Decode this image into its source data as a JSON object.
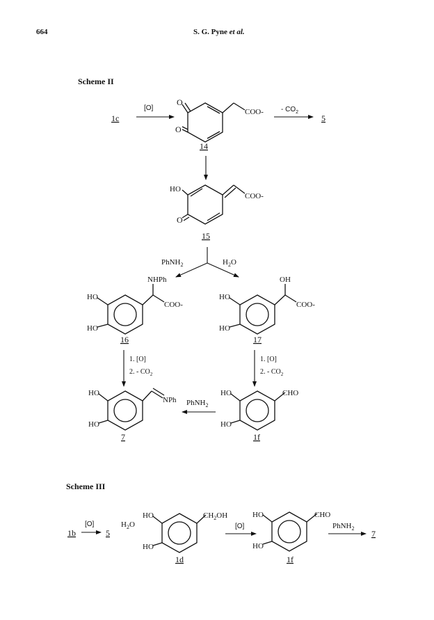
{
  "header": {
    "page_number": "664",
    "running_head_authors": "S. G. Pyne",
    "running_head_etal": "et al."
  },
  "scheme2": {
    "title": "Scheme  II",
    "start": "1c",
    "reagent_oxidation": "[O]",
    "reagent_decarboxylation": "- CO",
    "reagent_decarboxylation_sub": "2",
    "product_5": "5",
    "compound_14_label": "14",
    "compound_15_label": "15",
    "reagent_aniline": "PhNH",
    "reagent_aniline_sub": "2",
    "reagent_water": "H",
    "reagent_water_sub": "2",
    "reagent_water_tail": "O",
    "compound_16_label": "16",
    "compound_17_label": "17",
    "step_ox": "1. [O]",
    "step_decarb": "2. - CO",
    "step_decarb_sub": "2",
    "compound_7_label": "7",
    "compound_1f_label": "1f",
    "reagent_aniline_bottom": "PhNH",
    "reagent_aniline_bottom_sub": "2"
  },
  "scheme3": {
    "title": "Scheme  III",
    "start": "1b",
    "reagent_oxidation_1": "[O]",
    "intermediate_5": "5",
    "reagent_water": "H",
    "reagent_water_sub": "2",
    "reagent_water_tail": "O",
    "compound_1d_label": "1d",
    "reagent_oxidation_2": "[O]",
    "compound_1f_label": "1f",
    "reagent_aniline": "PhNH",
    "reagent_aniline_sub": "2",
    "product_7": "7"
  },
  "atoms": {
    "O": "O",
    "HO": "HO",
    "OH": "OH",
    "COO": "COO-",
    "NHPh": "NHPh",
    "NPh": "NPh",
    "CHO": "CHO",
    "CH2OH": "CH",
    "CH2OH_sub": "2",
    "CH2OH_tail": "OH"
  }
}
